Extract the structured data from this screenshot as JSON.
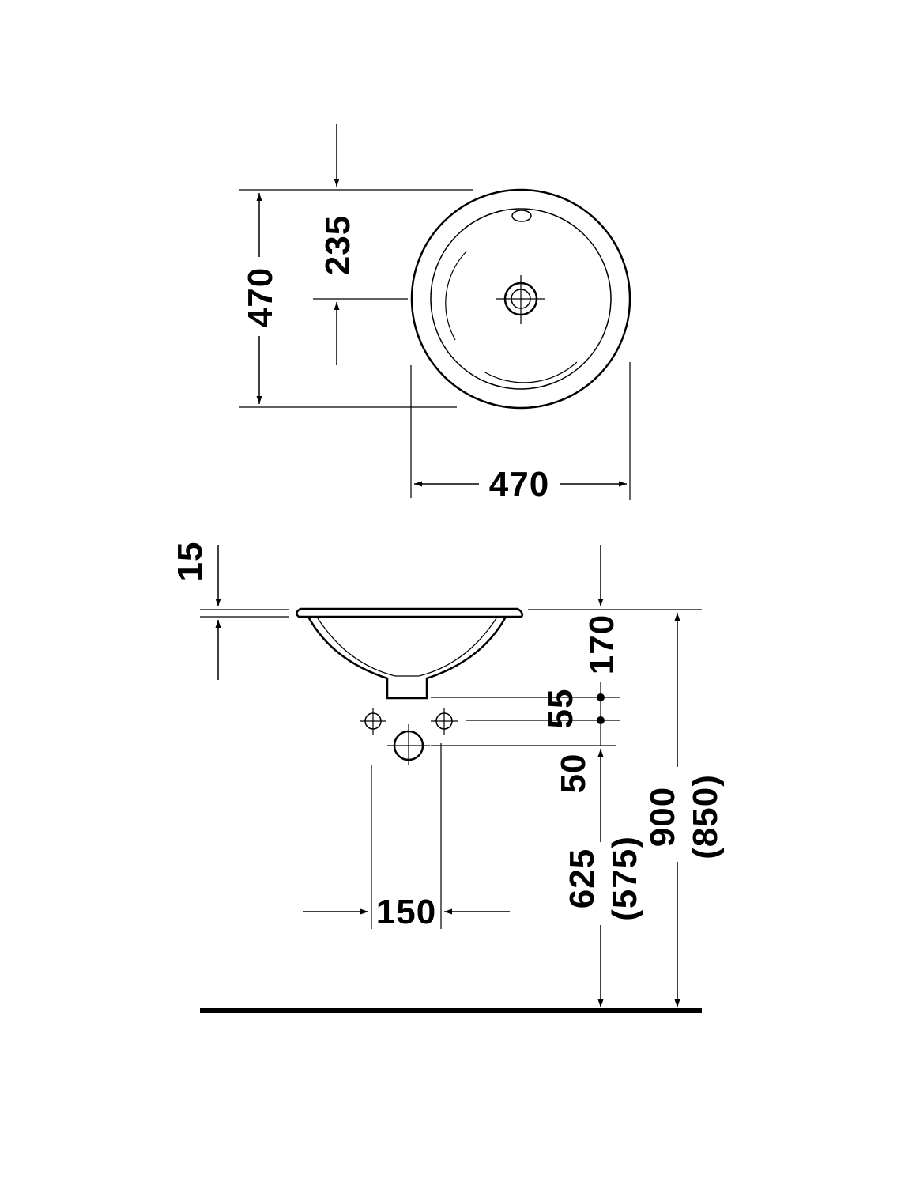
{
  "colors": {
    "line": "#000000",
    "background": "#ffffff"
  },
  "top_view": {
    "dim_height": "470",
    "dim_center": "235",
    "dim_width": "470"
  },
  "side_view": {
    "dim_rim": "15",
    "dim_depth": "170",
    "dim_tap_spacing": "55",
    "dim_waste_offset": "50",
    "dim_pipe_height": "625",
    "dim_pipe_height_alt": "(575)",
    "dim_total_height": "900",
    "dim_total_height_alt": "(850)",
    "dim_pipe_spacing": "150"
  }
}
